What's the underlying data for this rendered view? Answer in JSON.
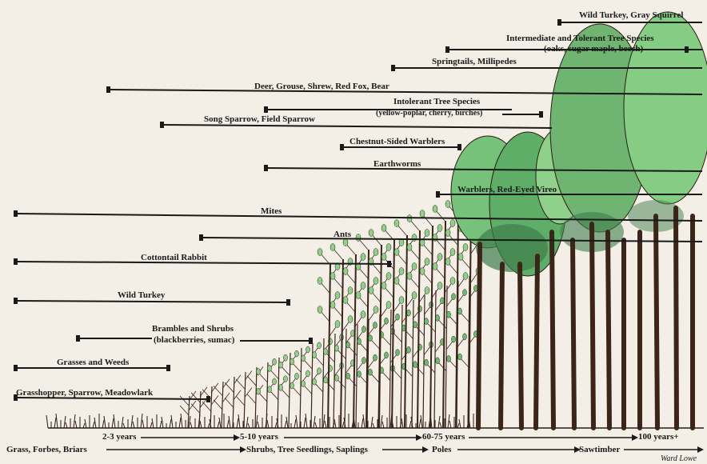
{
  "bars": [
    {
      "id": "wild-turkey-gray-squirrel",
      "label": "Wild Turkey, Gray Squirrel"
    },
    {
      "id": "intermediate-tolerant",
      "label1": "Intermediate and Tolerant Tree Species",
      "label2": "(oaks, sugar maple, beech)"
    },
    {
      "id": "springtails",
      "label": "Springtails, Millipedes"
    },
    {
      "id": "deer",
      "label": "Deer, Grouse, Shrew, Red Fox, Bear"
    },
    {
      "id": "intolerant",
      "label1": "Intolerant Tree Species",
      "label2": "(yellow-poplar, cherry, birches)"
    },
    {
      "id": "song-sparrow",
      "label": "Song Sparrow, Field Sparrow"
    },
    {
      "id": "chestnut",
      "label": "Chestnut-Sided Warblers"
    },
    {
      "id": "earthworms",
      "label": "Earthworms"
    },
    {
      "id": "warblers",
      "label": "Warblers, Red-Eyed Vireo"
    },
    {
      "id": "mites",
      "label": "Mites"
    },
    {
      "id": "ants",
      "label": "Ants"
    },
    {
      "id": "cottontail",
      "label": "Cottontail Rabbit"
    },
    {
      "id": "wild-turkey",
      "label": "Wild Turkey"
    },
    {
      "id": "brambles",
      "label1": "Brambles and Shrubs",
      "label2": "(blackberries, sumac)"
    },
    {
      "id": "grasses",
      "label": "Grasses and Weeds"
    },
    {
      "id": "grasshopper",
      "label": "Grasshopper, Sparrow, Meadowlark"
    }
  ],
  "timeline": {
    "ages": [
      "2-3 years",
      "5-10 years",
      "60-75 years",
      "100 years+"
    ],
    "stages": [
      "Grass, Forbes, Briars",
      "Shrubs, Tree Seedlings, Saplings",
      "Poles",
      "Sawtimber"
    ]
  },
  "signature": "Ward Lowe",
  "colors": {
    "background": "#f3efe6",
    "foliage_light": "#8fd08a",
    "foliage_mid": "#6dbb72",
    "foliage_dark": "#3f7d4c",
    "trunk": "#3b2418",
    "ink": "#1a1a1a"
  }
}
